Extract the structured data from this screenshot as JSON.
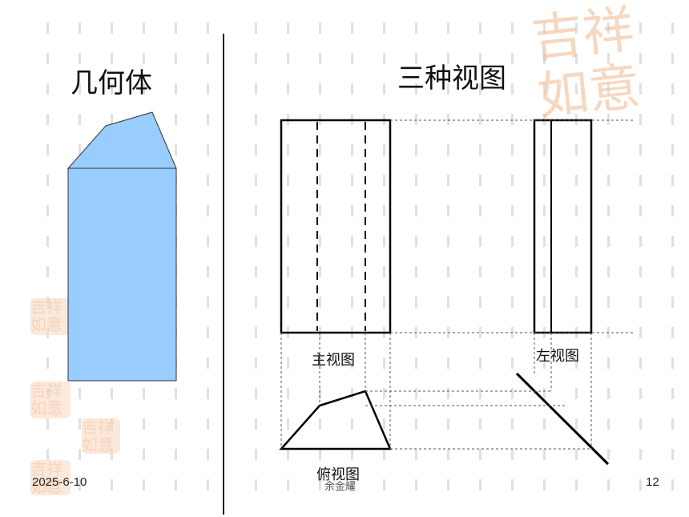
{
  "titles": {
    "left": "几何体",
    "right": "三种视图"
  },
  "view_labels": {
    "front": "主视图",
    "left": "左视图",
    "top": "俯视图"
  },
  "footer": {
    "date": "2025-6-10",
    "author": "余金耀",
    "page": "12"
  },
  "decor": {
    "stamp_text": "吉祥如意",
    "stamp_color": "#f2b78c",
    "solid_fill": "#99ccff"
  }
}
